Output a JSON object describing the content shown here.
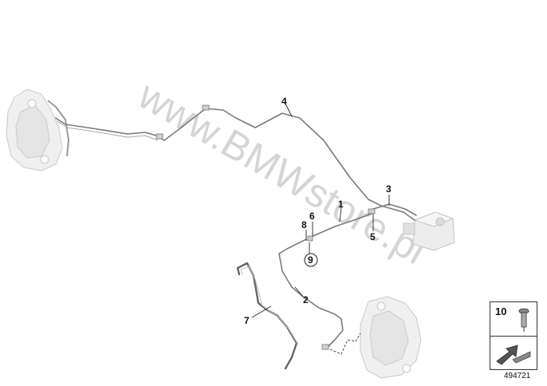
{
  "watermark": "www.BMWstore.pl",
  "callouts": {
    "c1": "1",
    "c2": "2",
    "c3": "3",
    "c4": "4",
    "c5": "5",
    "c6": "6",
    "c7": "7",
    "c8": "8",
    "c9": "9"
  },
  "legend": {
    "number": "10"
  },
  "image_id": "494721"
}
